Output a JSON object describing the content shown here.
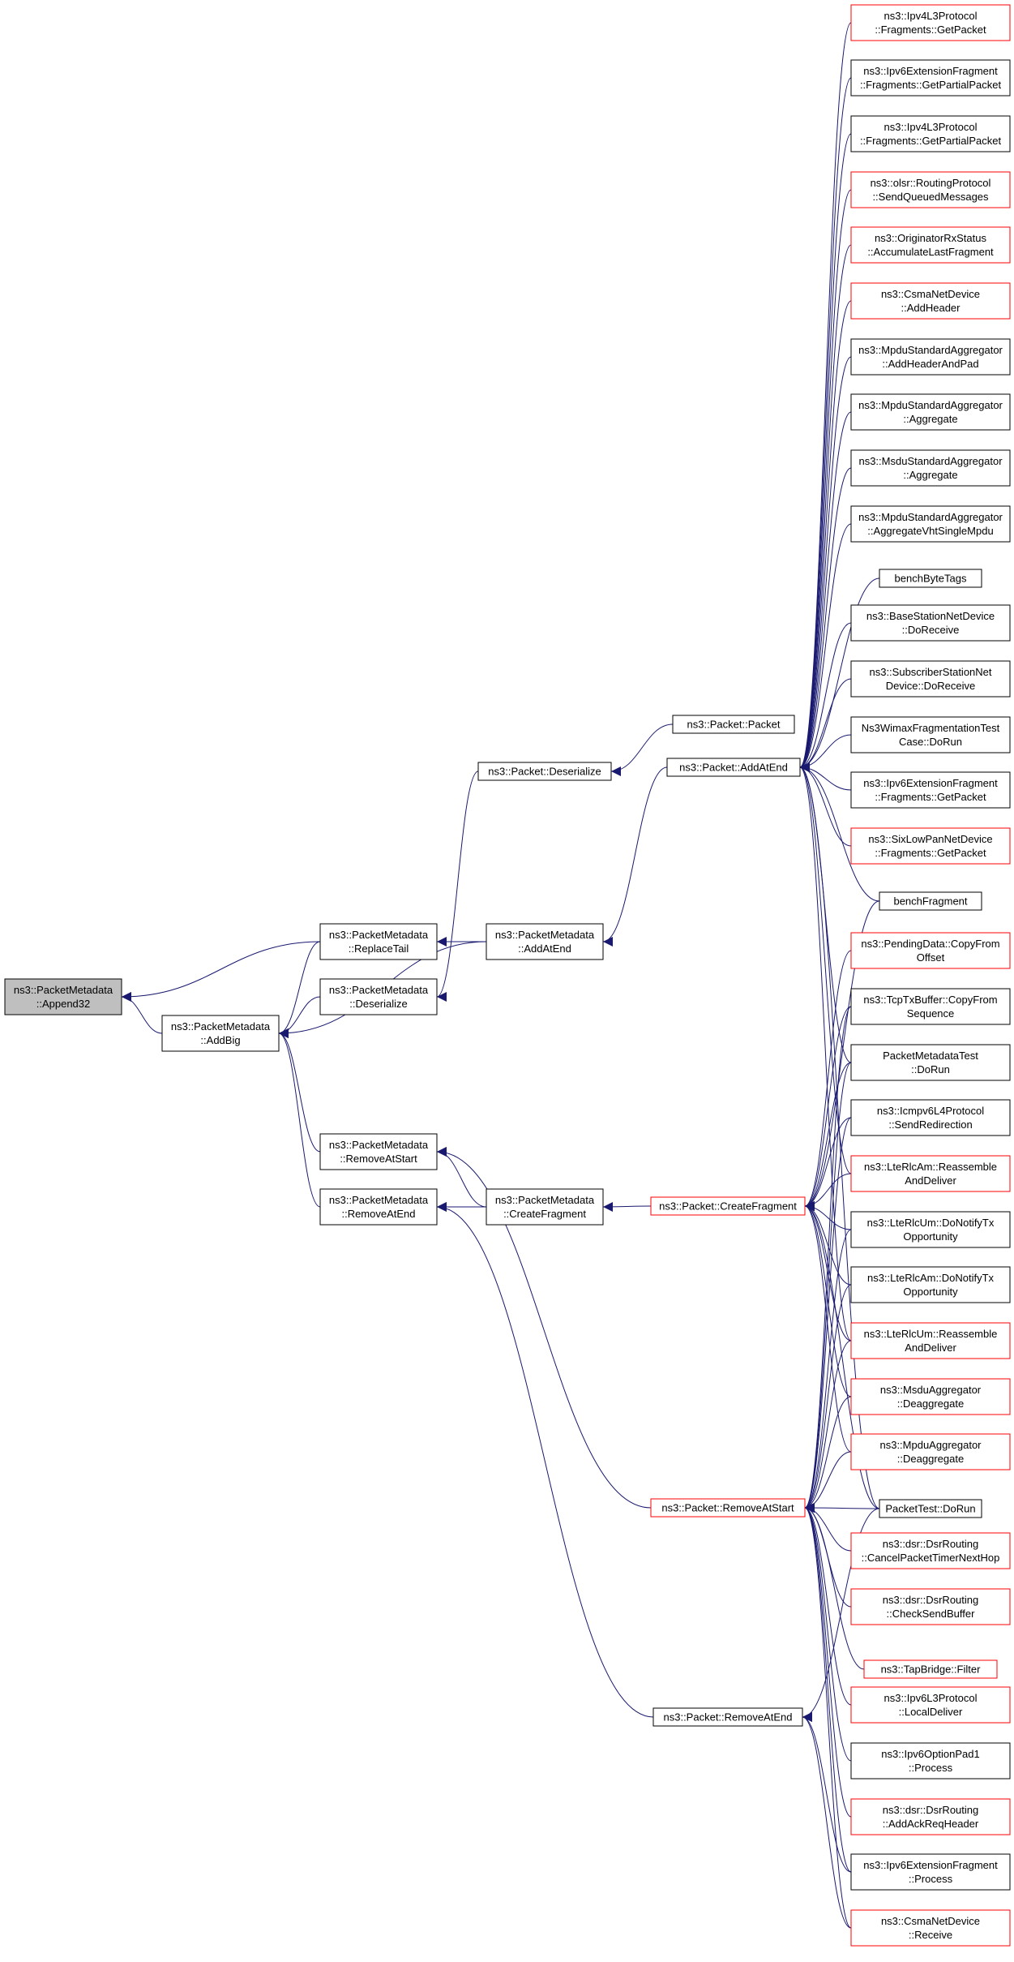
{
  "colors": {
    "edge": "#191970",
    "normal_border": "#000000",
    "ref_border": "#ff0000",
    "root_fill": "#bfbfbf"
  },
  "nodes": [
    {
      "id": "append32",
      "lines": [
        "ns3::PacketMetadata",
        "::Append32"
      ],
      "style": "root"
    },
    {
      "id": "addbig",
      "lines": [
        "ns3::PacketMetadata",
        "::AddBig"
      ],
      "style": "normal"
    },
    {
      "id": "replacetail",
      "lines": [
        "ns3::PacketMetadata",
        "::ReplaceTail"
      ],
      "style": "normal"
    },
    {
      "id": "pm_deserialize",
      "lines": [
        "ns3::PacketMetadata",
        "::Deserialize"
      ],
      "style": "normal"
    },
    {
      "id": "pm_removeatstart",
      "lines": [
        "ns3::PacketMetadata",
        "::RemoveAtStart"
      ],
      "style": "normal"
    },
    {
      "id": "pm_removeatend",
      "lines": [
        "ns3::PacketMetadata",
        "::RemoveAtEnd"
      ],
      "style": "normal"
    },
    {
      "id": "pm_addatend",
      "lines": [
        "ns3::PacketMetadata",
        "::AddAtEnd"
      ],
      "style": "normal"
    },
    {
      "id": "pm_createfragment",
      "lines": [
        "ns3::PacketMetadata",
        "::CreateFragment"
      ],
      "style": "normal"
    },
    {
      "id": "p_deserialize",
      "lines": [
        "ns3::Packet::Deserialize"
      ],
      "style": "normal"
    },
    {
      "id": "p_packet",
      "lines": [
        "ns3::Packet::Packet"
      ],
      "style": "normal"
    },
    {
      "id": "p_addatend",
      "lines": [
        "ns3::Packet::AddAtEnd"
      ],
      "style": "normal"
    },
    {
      "id": "p_createfragment",
      "lines": [
        "ns3::Packet::CreateFragment"
      ],
      "style": "ref"
    },
    {
      "id": "p_removeatstart",
      "lines": [
        "ns3::Packet::RemoveAtStart"
      ],
      "style": "ref"
    },
    {
      "id": "p_removeatend",
      "lines": [
        "ns3::Packet::RemoveAtEnd"
      ],
      "style": "normal"
    },
    {
      "id": "r_ipv4frag_getpacket",
      "lines": [
        "ns3::Ipv4L3Protocol",
        "::Fragments::GetPacket"
      ],
      "style": "ref"
    },
    {
      "id": "r_ipv6ext_getpartial",
      "lines": [
        "ns3::Ipv6ExtensionFragment",
        "::Fragments::GetPartialPacket"
      ],
      "style": "normal"
    },
    {
      "id": "r_ipv4frag_getpartial",
      "lines": [
        "ns3::Ipv4L3Protocol",
        "::Fragments::GetPartialPacket"
      ],
      "style": "normal"
    },
    {
      "id": "r_olsr_sendqueued",
      "lines": [
        "ns3::olsr::RoutingProtocol",
        "::SendQueuedMessages"
      ],
      "style": "ref"
    },
    {
      "id": "r_originatorrx",
      "lines": [
        "ns3::OriginatorRxStatus",
        "::AccumulateLastFragment"
      ],
      "style": "ref"
    },
    {
      "id": "r_csma_addheader",
      "lines": [
        "ns3::CsmaNetDevice",
        "::AddHeader"
      ],
      "style": "ref"
    },
    {
      "id": "r_mpdu_addheaderandpad",
      "lines": [
        "ns3::MpduStandardAggregator",
        "::AddHeaderAndPad"
      ],
      "style": "normal"
    },
    {
      "id": "r_mpdu_aggregate",
      "lines": [
        "ns3::MpduStandardAggregator",
        "::Aggregate"
      ],
      "style": "normal"
    },
    {
      "id": "r_msdu_aggregate",
      "lines": [
        "ns3::MsduStandardAggregator",
        "::Aggregate"
      ],
      "style": "normal"
    },
    {
      "id": "r_mpdu_aggvht",
      "lines": [
        "ns3::MpduStandardAggregator",
        "::AggregateVhtSingleMpdu"
      ],
      "style": "normal"
    },
    {
      "id": "r_benchbytetags",
      "lines": [
        "benchByteTags"
      ],
      "style": "normal"
    },
    {
      "id": "r_basestation_doreceive",
      "lines": [
        "ns3::BaseStationNetDevice",
        "::DoReceive"
      ],
      "style": "normal"
    },
    {
      "id": "r_subscriber_doreceive",
      "lines": [
        "ns3::SubscriberStationNet",
        "Device::DoReceive"
      ],
      "style": "normal"
    },
    {
      "id": "r_wimaxfragtest",
      "lines": [
        "Ns3WimaxFragmentationTest",
        "Case::DoRun"
      ],
      "style": "normal"
    },
    {
      "id": "r_ipv6ext_getpacket",
      "lines": [
        "ns3::Ipv6ExtensionFragment",
        "::Fragments::GetPacket"
      ],
      "style": "normal"
    },
    {
      "id": "r_sixlowpan_getpacket",
      "lines": [
        "ns3::SixLowPanNetDevice",
        "::Fragments::GetPacket"
      ],
      "style": "ref"
    },
    {
      "id": "r_benchfragment",
      "lines": [
        "benchFragment"
      ],
      "style": "normal"
    },
    {
      "id": "r_pendingdata",
      "lines": [
        "ns3::PendingData::CopyFrom",
        "Offset"
      ],
      "style": "ref"
    },
    {
      "id": "r_tcptxbuffer",
      "lines": [
        "ns3::TcpTxBuffer::CopyFrom",
        "Sequence"
      ],
      "style": "normal"
    },
    {
      "id": "r_pmtest_dorun",
      "lines": [
        "PacketMetadataTest",
        "::DoRun"
      ],
      "style": "normal"
    },
    {
      "id": "r_icmpv6_sendredirection",
      "lines": [
        "ns3::Icmpv6L4Protocol",
        "::SendRedirection"
      ],
      "style": "normal"
    },
    {
      "id": "r_ltermcam_reassemble",
      "lines": [
        "ns3::LteRlcAm::Reassemble",
        "AndDeliver"
      ],
      "style": "ref"
    },
    {
      "id": "r_ltermcum_donotify",
      "lines": [
        "ns3::LteRlcUm::DoNotifyTx",
        "Opportunity"
      ],
      "style": "normal"
    },
    {
      "id": "r_ltermcam_donotify",
      "lines": [
        "ns3::LteRlcAm::DoNotifyTx",
        "Opportunity"
      ],
      "style": "normal"
    },
    {
      "id": "r_ltermcum_reassemble",
      "lines": [
        "ns3::LteRlcUm::Reassemble",
        "AndDeliver"
      ],
      "style": "ref"
    },
    {
      "id": "r_msdu_deaggregate",
      "lines": [
        "ns3::MsduAggregator",
        "::Deaggregate"
      ],
      "style": "ref"
    },
    {
      "id": "r_mpdu_deaggregate",
      "lines": [
        "ns3::MpduAggregator",
        "::Deaggregate"
      ],
      "style": "ref"
    },
    {
      "id": "r_packettest_dorun",
      "lines": [
        "PacketTest::DoRun"
      ],
      "style": "normal"
    },
    {
      "id": "r_dsr_cancelpacket",
      "lines": [
        "ns3::dsr::DsrRouting",
        "::CancelPacketTimerNextHop"
      ],
      "style": "ref"
    },
    {
      "id": "r_dsr_checksendbuffer",
      "lines": [
        "ns3::dsr::DsrRouting",
        "::CheckSendBuffer"
      ],
      "style": "ref"
    },
    {
      "id": "r_tapbridge_filter",
      "lines": [
        "ns3::TapBridge::Filter"
      ],
      "style": "ref"
    },
    {
      "id": "r_ipv6l3_localdeliver",
      "lines": [
        "ns3::Ipv6L3Protocol",
        "::LocalDeliver"
      ],
      "style": "ref"
    },
    {
      "id": "r_ipv6optionpad1",
      "lines": [
        "ns3::Ipv6OptionPad1",
        "::Process"
      ],
      "style": "normal"
    },
    {
      "id": "r_dsr_addackreq",
      "lines": [
        "ns3::dsr::DsrRouting",
        "::AddAckReqHeader"
      ],
      "style": "ref"
    },
    {
      "id": "r_ipv6extfrag_process",
      "lines": [
        "ns3::Ipv6ExtensionFragment",
        "::Process"
      ],
      "style": "normal"
    },
    {
      "id": "r_csma_receive",
      "lines": [
        "ns3::CsmaNetDevice",
        "::Receive"
      ],
      "style": "ref"
    }
  ],
  "edges": [
    [
      "append32",
      "addbig"
    ],
    [
      "append32",
      "replacetail"
    ],
    [
      "addbig",
      "replacetail"
    ],
    [
      "addbig",
      "pm_deserialize"
    ],
    [
      "addbig",
      "pm_removeatstart"
    ],
    [
      "addbig",
      "pm_removeatend"
    ],
    [
      "addbig",
      "pm_addatend"
    ],
    [
      "replacetail",
      "pm_addatend"
    ],
    [
      "pm_deserialize",
      "p_deserialize"
    ],
    [
      "pm_removeatstart",
      "pm_createfragment"
    ],
    [
      "pm_removeatstart",
      "p_removeatstart"
    ],
    [
      "pm_removeatend",
      "pm_createfragment"
    ],
    [
      "pm_removeatend",
      "p_removeatend"
    ],
    [
      "pm_addatend",
      "p_addatend"
    ],
    [
      "pm_createfragment",
      "p_createfragment"
    ],
    [
      "p_deserialize",
      "p_packet"
    ],
    [
      "p_addatend",
      "r_ipv4frag_getpacket"
    ],
    [
      "p_addatend",
      "r_ipv6ext_getpartial"
    ],
    [
      "p_addatend",
      "r_ipv4frag_getpartial"
    ],
    [
      "p_addatend",
      "r_olsr_sendqueued"
    ],
    [
      "p_addatend",
      "r_originatorrx"
    ],
    [
      "p_addatend",
      "r_csma_addheader"
    ],
    [
      "p_addatend",
      "r_mpdu_addheaderandpad"
    ],
    [
      "p_addatend",
      "r_mpdu_aggregate"
    ],
    [
      "p_addatend",
      "r_msdu_aggregate"
    ],
    [
      "p_addatend",
      "r_mpdu_aggvht"
    ],
    [
      "p_addatend",
      "r_benchbytetags"
    ],
    [
      "p_addatend",
      "r_basestation_doreceive"
    ],
    [
      "p_addatend",
      "r_subscriber_doreceive"
    ],
    [
      "p_addatend",
      "r_wimaxfragtest"
    ],
    [
      "p_addatend",
      "r_ipv6ext_getpacket"
    ],
    [
      "p_addatend",
      "r_sixlowpan_getpacket"
    ],
    [
      "p_addatend",
      "r_benchfragment"
    ],
    [
      "p_addatend",
      "r_pmtest_dorun"
    ],
    [
      "p_addatend",
      "r_ltermcam_reassemble"
    ],
    [
      "p_addatend",
      "r_ltermcum_reassemble"
    ],
    [
      "p_addatend",
      "r_packettest_dorun"
    ],
    [
      "p_createfragment",
      "r_benchfragment"
    ],
    [
      "p_createfragment",
      "r_pendingdata"
    ],
    [
      "p_createfragment",
      "r_tcptxbuffer"
    ],
    [
      "p_createfragment",
      "r_pmtest_dorun"
    ],
    [
      "p_createfragment",
      "r_icmpv6_sendredirection"
    ],
    [
      "p_createfragment",
      "r_ltermcam_reassemble"
    ],
    [
      "p_createfragment",
      "r_ltermcum_donotify"
    ],
    [
      "p_createfragment",
      "r_ltermcam_donotify"
    ],
    [
      "p_createfragment",
      "r_ltermcum_reassemble"
    ],
    [
      "p_createfragment",
      "r_msdu_deaggregate"
    ],
    [
      "p_createfragment",
      "r_mpdu_deaggregate"
    ],
    [
      "p_createfragment",
      "r_packettest_dorun"
    ],
    [
      "p_removeatstart",
      "r_tcptxbuffer"
    ],
    [
      "p_removeatstart",
      "r_pmtest_dorun"
    ],
    [
      "p_removeatstart",
      "r_icmpv6_sendredirection"
    ],
    [
      "p_removeatstart",
      "r_ltermcum_donotify"
    ],
    [
      "p_removeatstart",
      "r_ltermcam_donotify"
    ],
    [
      "p_removeatstart",
      "r_ltermcum_reassemble"
    ],
    [
      "p_removeatstart",
      "r_msdu_deaggregate"
    ],
    [
      "p_removeatstart",
      "r_mpdu_deaggregate"
    ],
    [
      "p_removeatstart",
      "r_packettest_dorun"
    ],
    [
      "p_removeatstart",
      "r_dsr_cancelpacket"
    ],
    [
      "p_removeatstart",
      "r_dsr_checksendbuffer"
    ],
    [
      "p_removeatstart",
      "r_tapbridge_filter"
    ],
    [
      "p_removeatstart",
      "r_ipv6l3_localdeliver"
    ],
    [
      "p_removeatstart",
      "r_ipv6optionpad1"
    ],
    [
      "p_removeatstart",
      "r_dsr_addackreq"
    ],
    [
      "p_removeatstart",
      "r_ipv6extfrag_process"
    ],
    [
      "p_removeatstart",
      "r_csma_receive"
    ],
    [
      "p_removeatend",
      "r_packettest_dorun"
    ],
    [
      "p_removeatend",
      "r_ipv6extfrag_process"
    ],
    [
      "p_removeatend",
      "r_csma_receive"
    ]
  ]
}
